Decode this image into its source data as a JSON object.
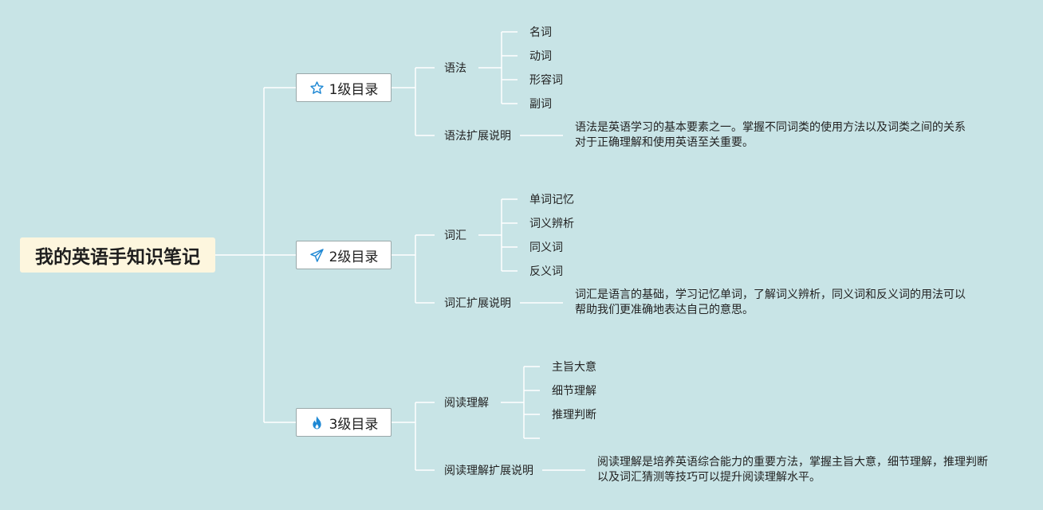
{
  "root": {
    "title": "我的英语手知识笔记"
  },
  "levels": [
    {
      "label": "1级目录",
      "icon": "star-icon",
      "branches": [
        {
          "label": "语法",
          "children": [
            "名词",
            "动词",
            "形容词",
            "副词"
          ]
        },
        {
          "label": "语法扩展说明",
          "description": [
            "语法是英语学习的基本要素之一。掌握不同词类的使用方法以及词类之间的关系",
            "对于正确理解和使用英语至关重要。"
          ]
        }
      ]
    },
    {
      "label": "2级目录",
      "icon": "paper-plane-icon",
      "branches": [
        {
          "label": "词汇",
          "children": [
            "单词记忆",
            "词义辨析",
            "同义词",
            "反义词"
          ]
        },
        {
          "label": "词汇扩展说明",
          "description": [
            "词汇是语言的基础，学习记忆单词，了解词义辨析，同义词和反义词的用法可以",
            "帮助我们更准确地表达自己的意思。"
          ]
        }
      ]
    },
    {
      "label": "3级目录",
      "icon": "flame-icon",
      "branches": [
        {
          "label": "阅读理解",
          "children": [
            "主旨大意",
            "细节理解",
            "推理判断",
            ""
          ]
        },
        {
          "label": "阅读理解扩展说明",
          "description": [
            "阅读理解是培养英语综合能力的重要方法，掌握主旨大意，细节理解，推理判断",
            "以及词汇猜测等技巧可以提升阅读理解水平。"
          ]
        }
      ]
    }
  ],
  "colors": {
    "background": "#c8e4e6",
    "root_fill": "#fdf6de",
    "connector": "#ffffff",
    "icon_blue": "#1e88d4"
  }
}
